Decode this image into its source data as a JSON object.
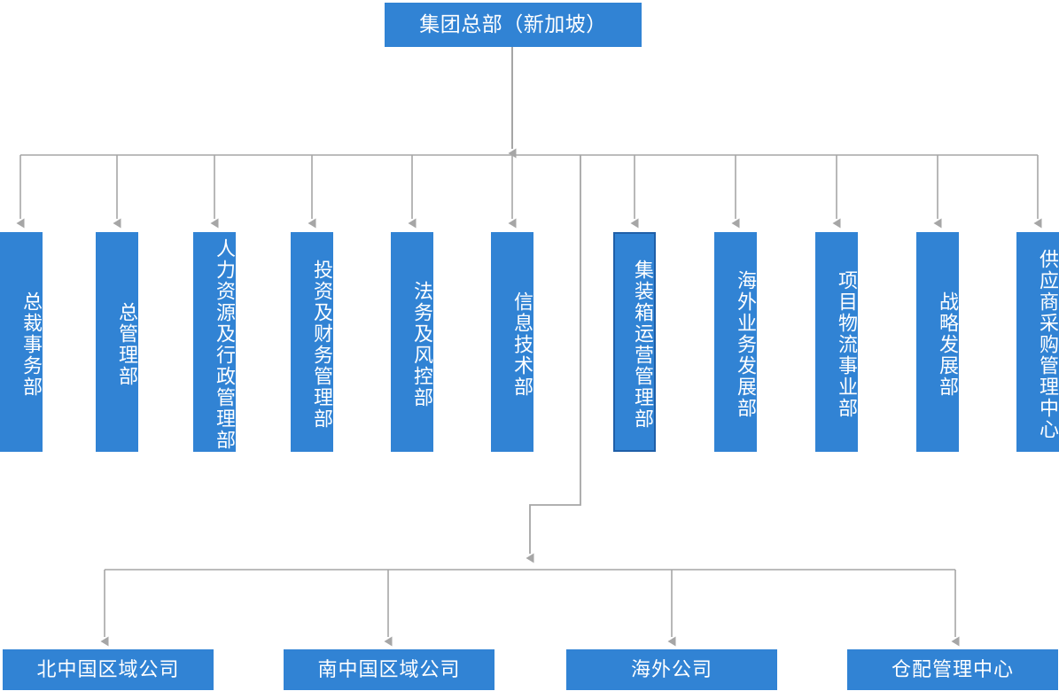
{
  "chart": {
    "title_text": "集团总部（新加坡）",
    "type": "organization-chart",
    "colors": {
      "node_fill": "#3183D4",
      "node_text": "#ffffff",
      "connector": "#A6A6A6",
      "highlight_border": "#1F5FA8",
      "background": "#ffffff"
    }
  },
  "root": {
    "label": "集团总部（新加坡）"
  },
  "departments": [
    {
      "label": "总裁事务部",
      "highlighted": false
    },
    {
      "label": "总管理部",
      "highlighted": false
    },
    {
      "label": "人力资源及行政管理部",
      "highlighted": false
    },
    {
      "label": "投资及财务管理部",
      "highlighted": false
    },
    {
      "label": "法务及风控部",
      "highlighted": false
    },
    {
      "label": "信息技术部",
      "highlighted": false
    },
    {
      "label": "集装箱运营管理部",
      "highlighted": true
    },
    {
      "label": "海外业务发展部",
      "highlighted": false
    },
    {
      "label": "项目物流事业部",
      "highlighted": false
    },
    {
      "label": "战略发展部",
      "highlighted": false
    },
    {
      "label": "供应商采购管理中心",
      "highlighted": false
    }
  ],
  "subsidiaries": [
    {
      "label": "北中国区域公司"
    },
    {
      "label": "南中国区域公司"
    },
    {
      "label": "海外公司"
    },
    {
      "label": "仓配管理中心"
    }
  ]
}
